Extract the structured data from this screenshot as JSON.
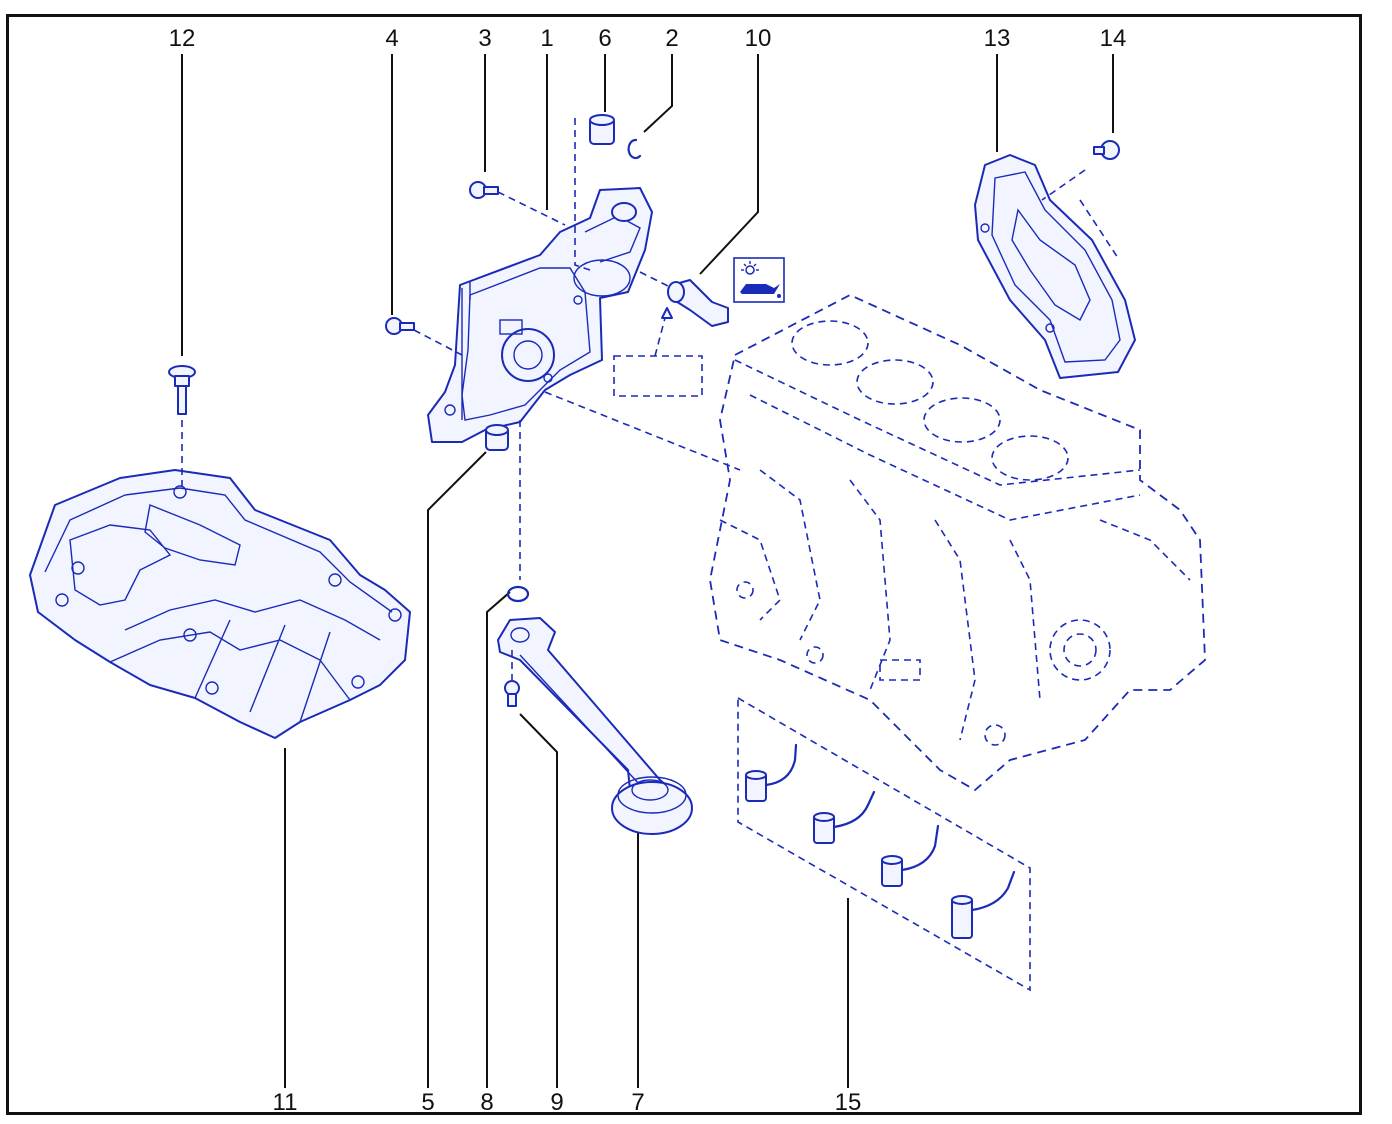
{
  "diagram": {
    "callouts": [
      "12",
      "4",
      "3",
      "1",
      "6",
      "2",
      "10",
      "13",
      "14",
      "11",
      "5",
      "8",
      "9",
      "7",
      "15"
    ]
  },
  "colors": {
    "line_art": "#1a2bb8",
    "leader": "#111111",
    "background": "#ffffff"
  },
  "icons": {
    "oil_warning": "oil-pressure-warning-icon"
  }
}
